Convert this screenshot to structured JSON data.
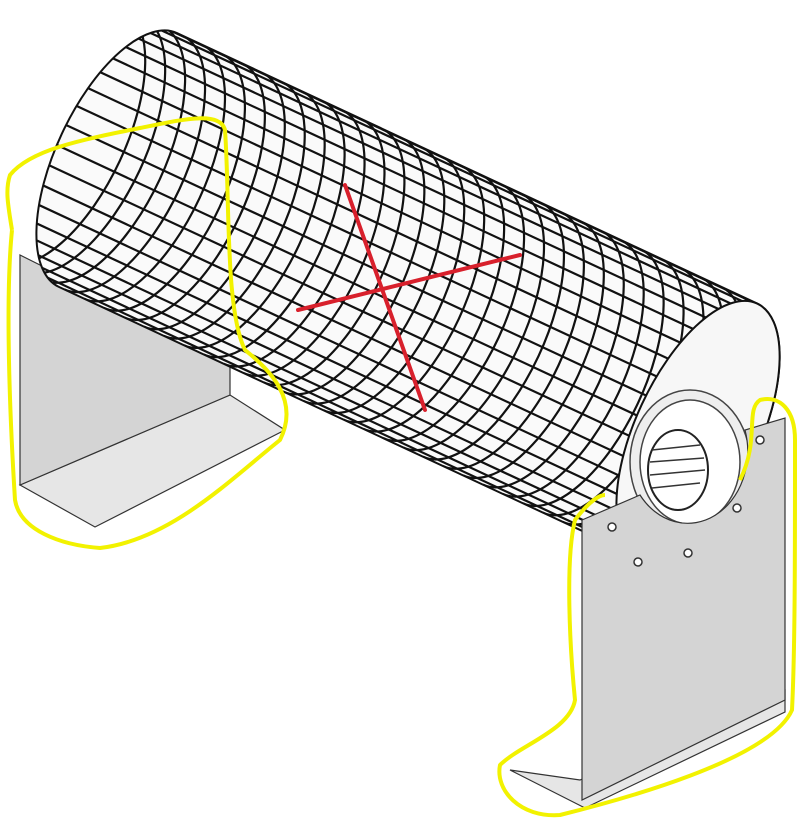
{
  "colors": {
    "background": "#ffffff",
    "mesh": "#111111",
    "bracket": "#d4d4d4",
    "bracket_base": "#e6e6e6",
    "end_cap": "#f7f7f7",
    "highlight_outline": "#f2f200",
    "cross_mark": "#d8202c"
  },
  "annotations": {
    "highlighted_parts": [
      "left-mounting-bracket",
      "right-mounting-bracket"
    ],
    "crossed_out_part": "cylindrical-mesh-drum"
  }
}
